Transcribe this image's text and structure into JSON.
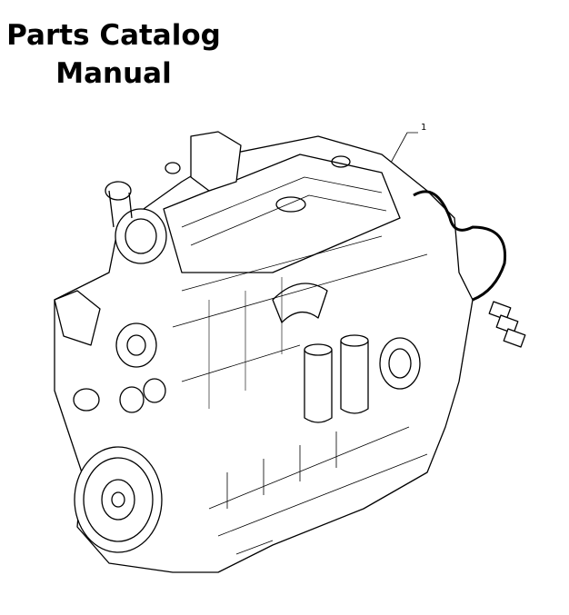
{
  "title": {
    "line1": "Parts Catalog",
    "line2": "Manual"
  },
  "illustration": {
    "callouts": [
      "1"
    ],
    "subject": "engine-assembly-drawing"
  }
}
